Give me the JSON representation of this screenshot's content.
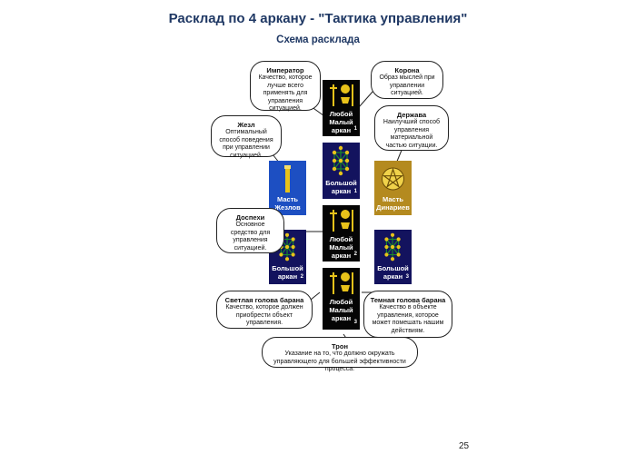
{
  "page": {
    "title": "Расклад по 4 аркану - \"Тактика управления\"",
    "subtitle": "Схема расклада",
    "page_number": "25"
  },
  "cards": {
    "lesser1": {
      "line1": "Любой",
      "line2": "Малый",
      "line3": "аркан",
      "num": "1"
    },
    "major1": {
      "line1": "Большой",
      "line2": "аркан",
      "num": "1"
    },
    "wands": {
      "line1": "Масть",
      "line2": "Жезлов"
    },
    "pentacles": {
      "line1": "Масть",
      "line2": "Динариев"
    },
    "lesser2": {
      "line1": "Любой",
      "line2": "Малый",
      "line3": "аркан",
      "num": "2"
    },
    "major2": {
      "line1": "Большой",
      "line2": "аркан",
      "num": "2"
    },
    "major3": {
      "line1": "Большой",
      "line2": "аркан",
      "num": "3"
    },
    "lesser3": {
      "line1": "Любой",
      "line2": "Малый",
      "line3": "аркан",
      "num": "3"
    }
  },
  "bubbles": {
    "emperor": {
      "title": "Император",
      "text": "Качество, которое лучше всего применять для управления ситуацией."
    },
    "crown": {
      "title": "Корона",
      "text": "Образ мыслей при управлении ситуацией."
    },
    "wand": {
      "title": "Жезл",
      "text": "Оптимальный способ поведения при управлении ситуацией."
    },
    "orb": {
      "title": "Держава",
      "text": "Наилучший способ управления материальной частью ситуации."
    },
    "armor": {
      "title": "Доспехи",
      "text": "Основное средство для управления ситуацией."
    },
    "light_ram": {
      "title": "Светлая голова барана",
      "text": "Качество, которое должен приобрести объект управления."
    },
    "dark_ram": {
      "title": "Темная голова барана",
      "text": "Качество в объекте управления, которое может помешать нашим действиям."
    },
    "throne": {
      "title": "Трон",
      "text": "Указание на то, что должно окружать управляющего для большей эффективности процесса."
    }
  },
  "colors": {
    "title": "#1f3864",
    "black_card": "#050505",
    "navy_card": "#13135e",
    "wands_card": "#1d4fc2",
    "pentacles_card": "#b48a1f",
    "icon_gold": "#e8c21a",
    "icon_green": "#1a8a2a"
  },
  "icons": {
    "lesser": "sword-cup-wand-coin-icon",
    "major": "tree-of-life-icon",
    "wands": "wand-icon",
    "pentacles": "pentacle-icon"
  }
}
